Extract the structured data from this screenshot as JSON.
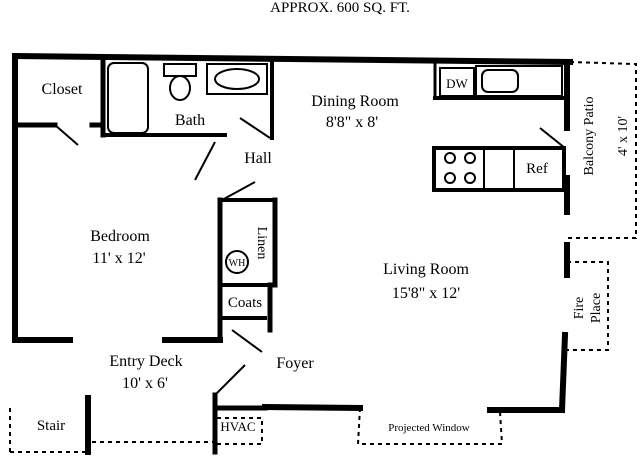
{
  "header": {
    "area": "APPROX. 600 SQ. FT."
  },
  "rooms": {
    "closet": {
      "name": "Closet"
    },
    "bath": {
      "name": "Bath"
    },
    "dining_room": {
      "name": "Dining Room",
      "size": "8'8\" x 8'"
    },
    "hall": {
      "name": "Hall"
    },
    "bedroom": {
      "name": "Bedroom",
      "size": "11' x 12'"
    },
    "linen": {
      "name": "Linen"
    },
    "water_heater": {
      "name": "WH"
    },
    "coats": {
      "name": "Coats"
    },
    "living_room": {
      "name": "Living Room",
      "size": "15'8\" x 12'"
    },
    "entry_deck": {
      "name": "Entry Deck",
      "size": "10' x 6'"
    },
    "foyer": {
      "name": "Foyer"
    },
    "stair": {
      "name": "Stair"
    },
    "hvac": {
      "name": "HVAC"
    },
    "projected_window": {
      "name": "Projected Window"
    },
    "balcony_patio": {
      "name": "Balcony Patio",
      "size": "4' x 10'"
    },
    "fire_place": {
      "name": "Fire Place"
    }
  },
  "fixtures": {
    "dishwasher": "DW",
    "refrigerator": "Ref"
  }
}
